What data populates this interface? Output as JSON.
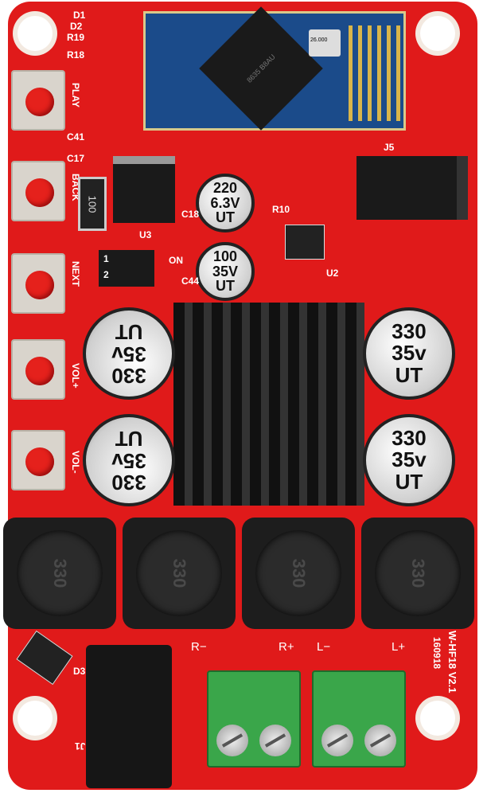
{
  "buttons": [
    {
      "label": "PLAY"
    },
    {
      "label": "BACK"
    },
    {
      "label": "NEXT"
    },
    {
      "label": "VOL+"
    },
    {
      "label": "VOL-"
    }
  ],
  "silkscreen": {
    "d1": "D1",
    "d2": "D2",
    "r19": "R19",
    "r18": "R18",
    "c17": "C17",
    "c41": "C41",
    "u3": "U3",
    "j5": "J5",
    "d3": "D3",
    "j1": "J1",
    "c18": "C18",
    "c44": "C44",
    "u2": "U2",
    "r10": "R10",
    "dip_on": "ON",
    "dip_1": "1",
    "dip_2": "2",
    "resistor": "100",
    "model": "W-HF18 V2.1",
    "date": "160918"
  },
  "bt_module": {
    "chip_text": "8635 B8AU",
    "crystal": "26.000"
  },
  "small_caps": [
    {
      "value": "220",
      "voltage": "6.3V",
      "brand": "UT"
    },
    {
      "value": "100",
      "voltage": "35V",
      "brand": "UT"
    }
  ],
  "big_caps": [
    {
      "value": "330",
      "voltage": "35v",
      "brand": "UT"
    },
    {
      "value": "330",
      "voltage": "35v",
      "brand": "UT"
    },
    {
      "value": "330",
      "voltage": "35v",
      "brand": "UT"
    },
    {
      "value": "330",
      "voltage": "35v",
      "brand": "UT"
    }
  ],
  "inductors": [
    {
      "value": "330"
    },
    {
      "value": "330"
    },
    {
      "value": "330"
    },
    {
      "value": "330"
    }
  ],
  "outputs": {
    "r_minus": "R−",
    "r_plus": "R+",
    "l_minus": "L−",
    "l_plus": "L+"
  },
  "colors": {
    "board": "#e01a1a",
    "terminal": "#3aa64a",
    "module": "#1b4b8a"
  }
}
